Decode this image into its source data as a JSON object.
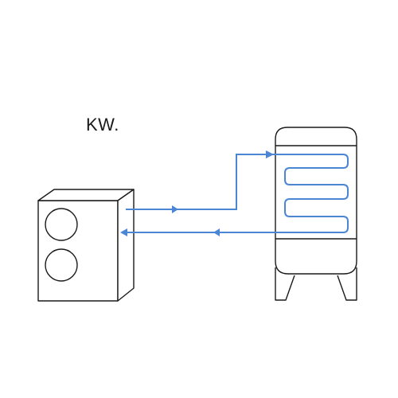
{
  "diagram": {
    "label": "KW.",
    "colors": {
      "outline": "#1a1a1a",
      "pipe": "#4a86d4",
      "background": "#ffffff"
    },
    "components": [
      {
        "name": "heat-pump-outdoor-unit",
        "fans": 2
      },
      {
        "name": "storage-tank",
        "coil_turns": 3
      }
    ],
    "flows": [
      {
        "name": "supply-line",
        "direction": "to-tank"
      },
      {
        "name": "return-line",
        "direction": "to-heat-pump"
      }
    ]
  }
}
